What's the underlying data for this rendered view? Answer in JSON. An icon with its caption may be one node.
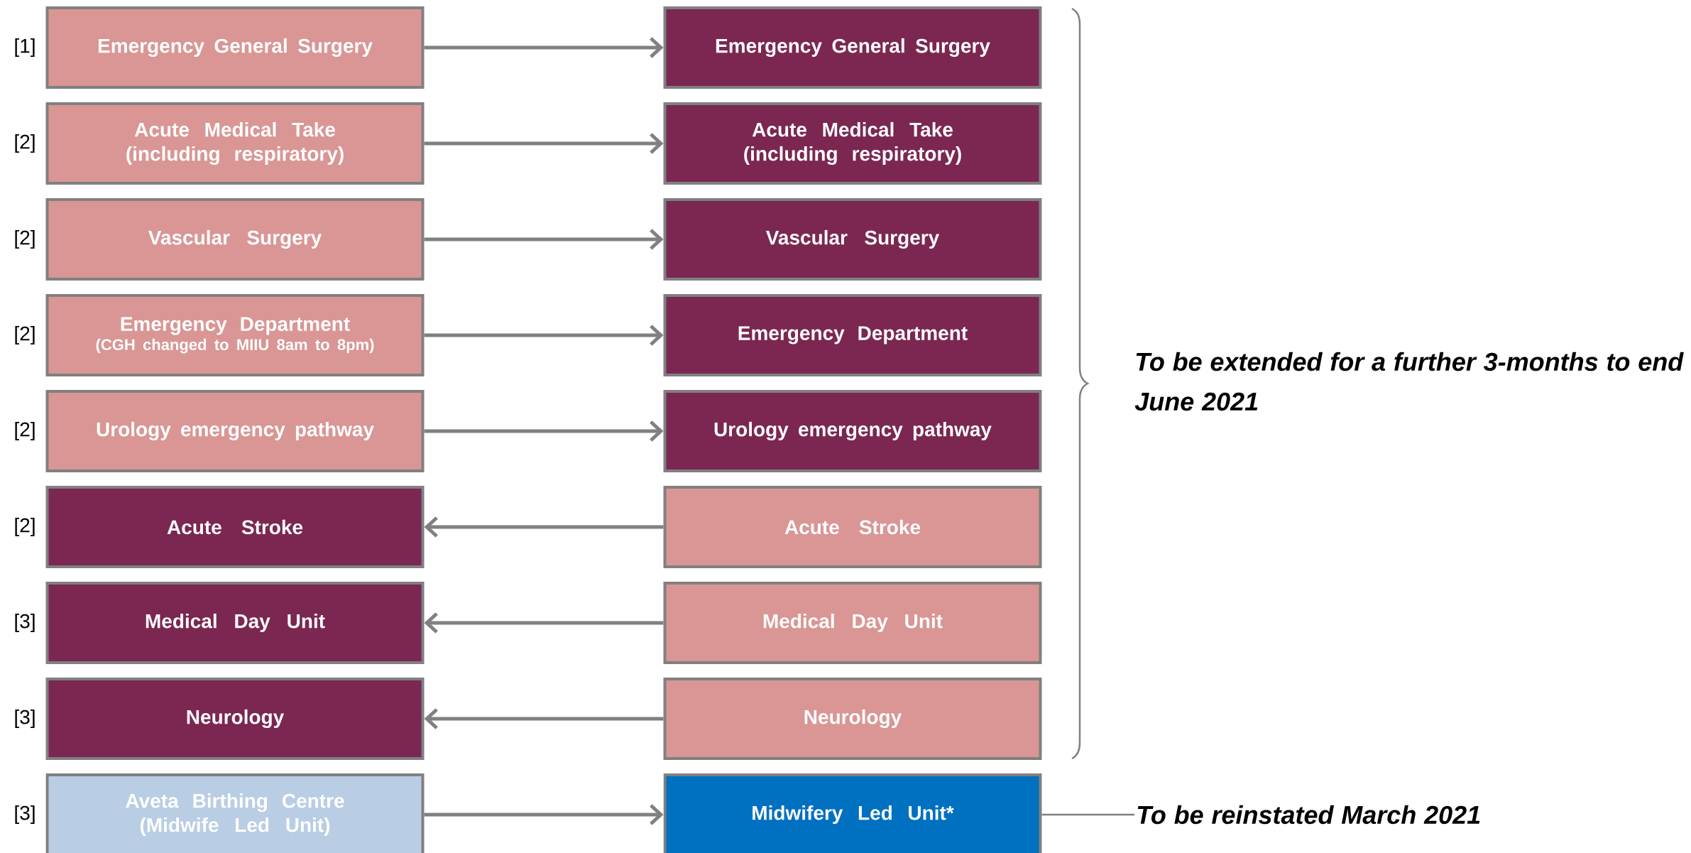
{
  "diagram": {
    "nodes": [
      {
        "text": [
          "Emergency General Surgery"
        ]
      },
      {
        "text": [
          "Emergency General Surgery"
        ]
      },
      {
        "text": [
          "Acute Medical Take (including respiratory)"
        ]
      },
      {
        "text": [
          "Acute Medical Take (including respiratory)"
        ]
      },
      {
        "text": [
          "Vascular Surgery"
        ]
      },
      {
        "text": [
          "Vascular Surgery"
        ]
      },
      {
        "text": [
          "Emergency Department",
          "(CGH changed to MIIU 8am to 8pm)"
        ]
      },
      {
        "text": [
          "Emergency Department"
        ]
      },
      {
        "text": [
          "Urology emergency pathway"
        ]
      },
      {
        "text": [
          "Urology emergency pathway"
        ]
      },
      {
        "text": [
          "Acute Stroke"
        ]
      },
      {
        "text": [
          "Acute Stroke"
        ]
      },
      {
        "text": [
          "Medical Day Unit"
        ]
      },
      {
        "text": [
          "Medical Day Unit"
        ]
      },
      {
        "text": [
          "Neurology"
        ]
      },
      {
        "text": [
          "Neurology"
        ]
      },
      {
        "text": [
          "Aveta Birthing Centre (Midwife Led Unit)"
        ]
      },
      {
        "text": [
          "Midwifery Led Unit*"
        ]
      },
      {
        "text": [
          "To be reinstated March 2021"
        ]
      }
    ],
    "edges": [
      {
        "from": 0,
        "to": 1,
        "arrow": "to"
      },
      {
        "from": 2,
        "to": 3,
        "arrow": "to"
      },
      {
        "from": 4,
        "to": 5,
        "arrow": "to"
      },
      {
        "from": 6,
        "to": 7,
        "arrow": "to"
      },
      {
        "from": 8,
        "to": 9,
        "arrow": "to"
      },
      {
        "from": 11,
        "to": 10,
        "arrow": "to"
      },
      {
        "from": 13,
        "to": 12,
        "arrow": "to"
      },
      {
        "from": 15,
        "to": 14,
        "arrow": "to"
      },
      {
        "from": 16,
        "to": 17,
        "arrow": "to"
      },
      {
        "from": 17,
        "to": 18,
        "arrow": "none"
      }
    ],
    "labels": [
      "[1]",
      "[2]",
      "[2]",
      "[2]",
      "[2]",
      "[2]",
      "[3]",
      "[3]",
      "[3]",
      "To be extended for a further 3-months to end June 2021"
    ]
  }
}
